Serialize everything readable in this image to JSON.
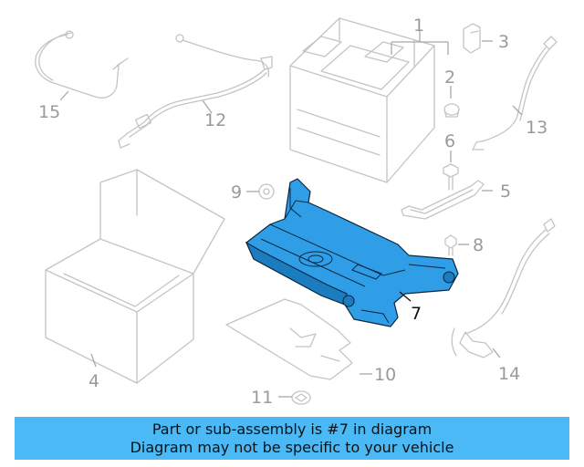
{
  "callouts": {
    "c1": "1",
    "c2": "2",
    "c3": "3",
    "c4": "4",
    "c5": "5",
    "c6": "6",
    "c7": "7",
    "c8": "8",
    "c9": "9",
    "c10": "10",
    "c11": "11",
    "c12": "12",
    "c13": "13",
    "c14": "14",
    "c15": "15"
  },
  "banner": {
    "line1": "Part or sub-assembly is #7 in diagram",
    "line2": "Diagram may not be specific to your vehicle"
  },
  "colors": {
    "highlight": "#2f9ee6",
    "banner": "#4bb9f5",
    "line_art": "#c4c4c4"
  }
}
